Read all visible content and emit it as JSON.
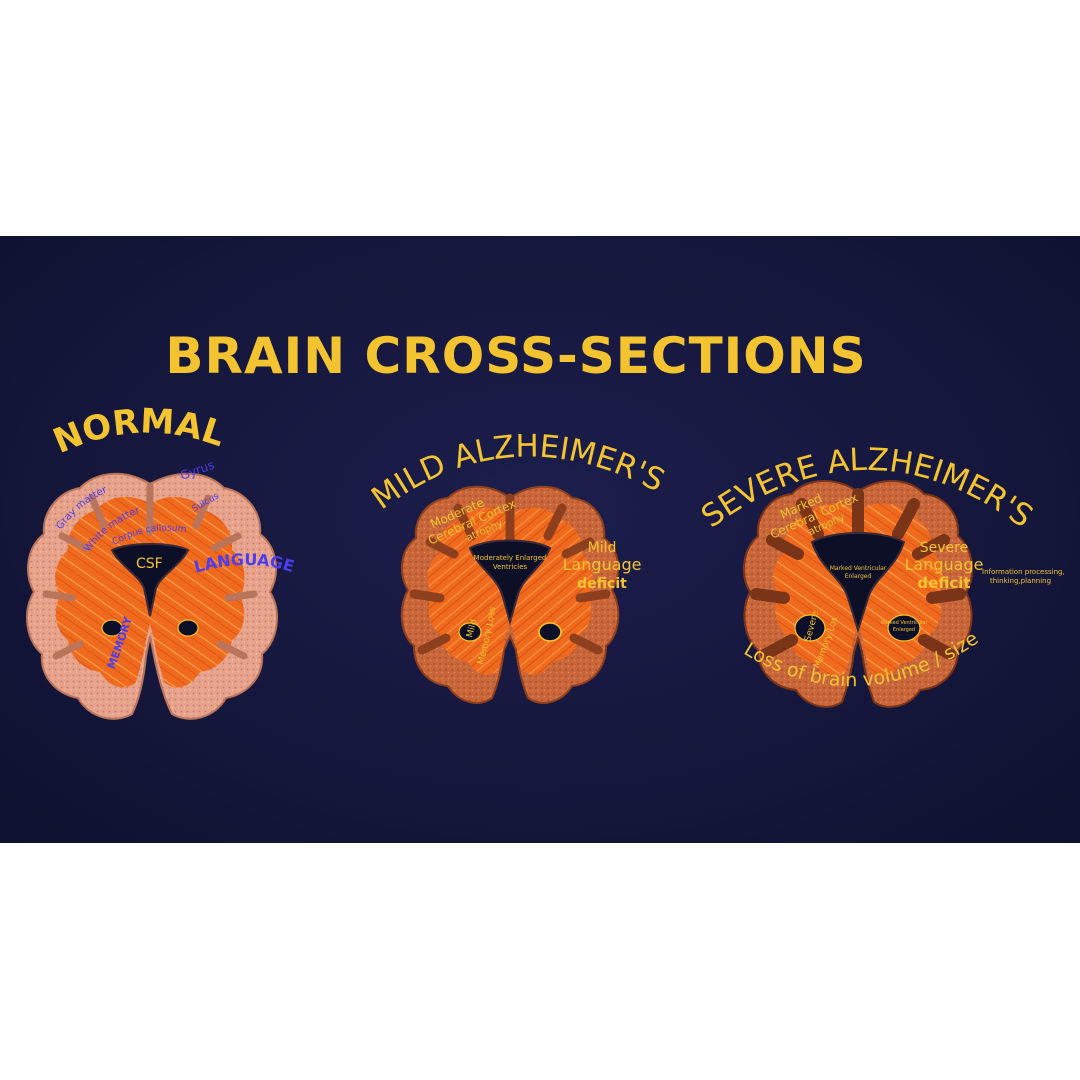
{
  "title": "BRAIN CROSS-SECTIONS",
  "colors": {
    "background": "#ffffff",
    "panel": "#15173d",
    "heading": "#f4c430",
    "normal_labels": "#4b3df0",
    "tissue": "#f36c22",
    "cortex": "#e8a48a"
  },
  "sections": [
    {
      "heading": "NORMAL",
      "labels": {
        "gray_matter": "Gray matter",
        "white_matter": "White matter",
        "gyrus": "Gyrus",
        "sulcus": "Sulcus",
        "corpus_callosum": "Corpus callosum",
        "csf": "CSF",
        "language": "LANGUAGE",
        "memory": "MEMORY"
      }
    },
    {
      "heading": "MILD ALZHEIMER'S",
      "labels": {
        "cortex_1": "Moderate",
        "cortex_2": "Cerebral Cortex",
        "cortex_3": "atrophy",
        "ventricles_1": "Moderately Enlarged",
        "ventricles_2": "Ventricles",
        "language_1": "Mild",
        "language_2": "Language",
        "language_3": "deficit",
        "memory_1": "Mild",
        "memory_2": "Memory Loss"
      }
    },
    {
      "heading": "SEVERE ALZHEIMER'S",
      "labels": {
        "cortex_1": "Marked",
        "cortex_2": "Cerebral Cortex",
        "cortex_3": "atrophy",
        "ventricles_1": "Marked Ventricular",
        "ventricles_2": "Enlarged",
        "language_1": "Severe",
        "language_2": "Language",
        "language_3": "deficit",
        "info_1": "Information processing,",
        "info_2": "thinking,planning",
        "memory_1": "Severe",
        "memory_2": "Memory Loss",
        "hippocampus_1": "Marked Ventricular",
        "hippocampus_2": "Enlarged",
        "volume": "Loss of brain volume / size"
      }
    }
  ]
}
